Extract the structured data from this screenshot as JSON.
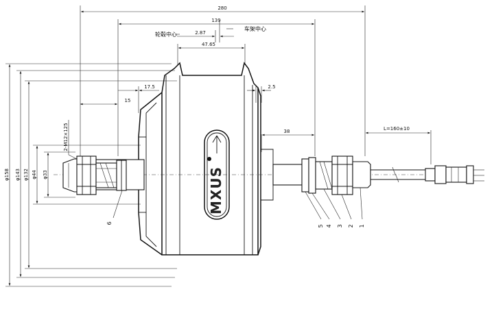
{
  "dimensions": {
    "overall_width": "280",
    "flange_span": "139",
    "offset": "2.87",
    "rim_width": "47.65",
    "left_step": "17.5",
    "right_step": "2.5",
    "left_axle": "15",
    "right_axle": "38",
    "cable_length": "L=160±10"
  },
  "labels": {
    "hub_center": "轮毂中心",
    "frame_center": "车架中心",
    "thread": "2-M12×125",
    "logo": "MXUS"
  },
  "diameters": {
    "d158": "φ158",
    "d143": "φ143",
    "d132": "φ132",
    "d44": "φ44",
    "d33": "φ33"
  },
  "parts": [
    "1",
    "2",
    "3",
    "4",
    "5",
    "6"
  ]
}
